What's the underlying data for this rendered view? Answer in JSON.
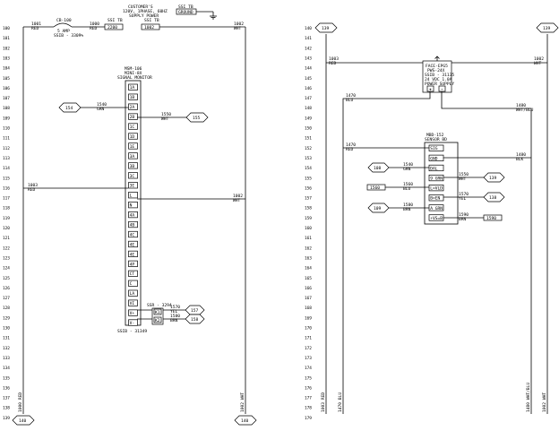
{
  "left_lines": [
    "100",
    "101",
    "102",
    "103",
    "104",
    "105",
    "106",
    "107",
    "108",
    "109",
    "110",
    "111",
    "112",
    "113",
    "114",
    "115",
    "116",
    "117",
    "118",
    "119",
    "120",
    "121",
    "122",
    "123",
    "124",
    "125",
    "126",
    "127",
    "128",
    "129",
    "130",
    "131",
    "132",
    "133",
    "134",
    "135",
    "136",
    "137",
    "138",
    "139"
  ],
  "right_lines": [
    "140",
    "141",
    "142",
    "143",
    "144",
    "145",
    "146",
    "147",
    "148",
    "149",
    "150",
    "151",
    "152",
    "153",
    "154",
    "155",
    "156",
    "157",
    "158",
    "159",
    "160",
    "161",
    "162",
    "163",
    "164",
    "165",
    "166",
    "167",
    "168",
    "169",
    "170",
    "171",
    "172",
    "173",
    "174",
    "175",
    "176",
    "177",
    "178",
    "179"
  ],
  "supply": {
    "title1": "CUSTOMER'S",
    "title2": "120V, 1PHASE, 60HZ",
    "title3": "SUPPLY POWER",
    "cb_label": "CB-100",
    "cb_rating": "5 AMP",
    "cb_part": "SSIB - 3309%",
    "w1001": "1001",
    "w1001c": "RED",
    "w1000": "1000",
    "w1000c": "RED",
    "w1002": "1002",
    "w1002c": "WHT",
    "tb1": "SSI TB",
    "tb1v": "2200",
    "tb2": "SSI TB",
    "tb2v": "1002",
    "tb3": "SSI TB",
    "tb3v": "GROUND"
  },
  "monitor": {
    "model": "MSM-106",
    "sub": "MINI-8X",
    "name": "SIGNAL MONITOR",
    "part": "SSIB - 31349",
    "terminals": [
      "1A",
      "1B",
      "2A",
      "2B",
      "1C",
      "1D",
      "1E",
      "3A",
      "3B",
      "3C",
      "3E",
      "L",
      "N",
      "4A",
      "4B",
      "4C",
      "4E",
      "4E",
      "4P",
      "CT",
      "C",
      "LA",
      "VI",
      "V+",
      "V-"
    ],
    "in_1540": "1540",
    "in_1540c": "GRN",
    "out_1550": "1550",
    "out_1550c": "WHT",
    "in_1003": "1003",
    "in_1003c": "RED",
    "out_1002": "1002",
    "out_1002c": "WHT",
    "ssr": "SSR - 3294",
    "w1570": "1570",
    "w1570c": "YEL",
    "w1580": "1580",
    "w1580c": "BRN",
    "tag_a": "K1",
    "tag_b": "K2"
  },
  "left_refs": {
    "r154": "154",
    "r155": "155",
    "r157": "157",
    "r158": "158"
  },
  "bottom_left": {
    "ref_l": "140",
    "ref_r": "140",
    "wl": "1000 RED",
    "wr": "1002 WHT"
  },
  "top_right_refs": {
    "l": "139",
    "r": "139"
  },
  "right": {
    "w1003": "1003",
    "w1003c": "RED",
    "w1002": "1002",
    "w1002c": "WHT",
    "ps1": "FACE-EPG5",
    "ps2": "PWS-24X",
    "ps3": "SSIB - 31135",
    "ps4": "24 VDC 1.0A",
    "ps5": "POWER SUPPLY",
    "plus": "+",
    "minus": "-",
    "w1470": "1470",
    "w1470c": "BLU",
    "w1480": "1480",
    "w1480c": "WHT/BLU",
    "w1470b": "1470",
    "w1470bc": "RED",
    "sb_model": "MBD-152",
    "sb_name": "SENSOR BD",
    "sb_terms": [
      "SIG",
      "GND",
      "DAL",
      "9 GRN",
      "L=VLD",
      "B=EN",
      "A GRN",
      "+VS=B"
    ],
    "w1480b": "1480",
    "w1480bc": "BLK",
    "w1540": "1540",
    "w1540c": "GRN",
    "w1560": "1560",
    "w1560c": "BLU",
    "w1560box": "1560",
    "w1580": "1580",
    "w1580c": "BRN",
    "w1550": "1550",
    "w1550c": "WHT",
    "w1570": "1570",
    "w1570c": "YEL",
    "w1590": "1590",
    "w1590c": "BRN",
    "w1590box": "1590",
    "r108": "108",
    "r109": "109",
    "r139": "139",
    "r138": "138",
    "bottom": [
      "1003 RED",
      "1470 BLU",
      "1480 WHT/BLU",
      "1002 WHT"
    ]
  }
}
